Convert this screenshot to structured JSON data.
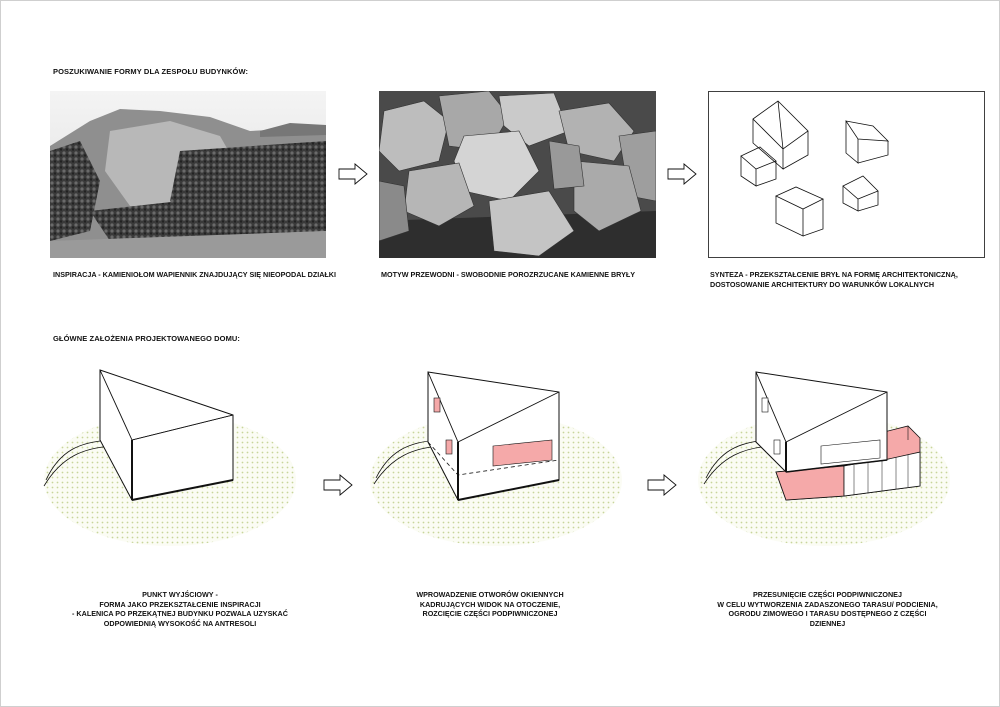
{
  "section1": {
    "heading": "POSZUKIWANIE FORMY DLA ZESPOŁU BUDYNKÓW:",
    "captions": [
      [
        "INSPIRACJA - KAMIENIOŁOM WAPIENNIK ZNAJDUJĄCY SIĘ NIEOPODAL DZIAŁKI"
      ],
      [
        "MOTYW PRZEWODNI - SWOBODNIE POROZRZUCANE KAMIENNE BRYŁY"
      ],
      [
        "SYNTEZA - PRZEKSZTAŁCENIE BRYŁ NA FORMĘ ARCHITEKTONICZNĄ,",
        "DOSTOSOWANIE ARCHITEKTURY DO WARUNKÓW LOKALNYCH"
      ]
    ]
  },
  "section2": {
    "heading": "GŁÓWNE ZAŁOŻENIA PROJEKTOWANEGO DOMU:",
    "captions": [
      [
        "PUNKT WYJŚCIOWY -",
        "FORMA JAKO PRZEKSZTAŁCENIE INSPIRACJI",
        "- KALENICA PO PRZEKĄTNEJ BUDYNKU POZWALA UZYSKAĆ",
        "ODPOWIEDNIĄ WYSOKOŚĆ NA ANTRESOLI"
      ],
      [
        "WPROWADZENIE OTWORÓW OKIENNYCH",
        "KADRUJĄCYCH WIDOK NA OTOCZENIE,",
        "ROZCIĘCIE CZĘŚCI PODPIWNICZONEJ"
      ],
      [
        "PRZESUNIĘCIE CZĘŚCI PODPIWNICZONEJ",
        "W CELU WYTWORZENIA ZADASZONEGO TARASU/ PODCIENIA,",
        "OGRODU ZIMOWEGO I TARASU DOSTĘPNEGO Z CZĘŚCI",
        "DZIENNEJ"
      ]
    ]
  },
  "colors": {
    "accent_pink": "#f5a9a9",
    "ground_hatch": "#e6edc6",
    "line": "#111111"
  }
}
